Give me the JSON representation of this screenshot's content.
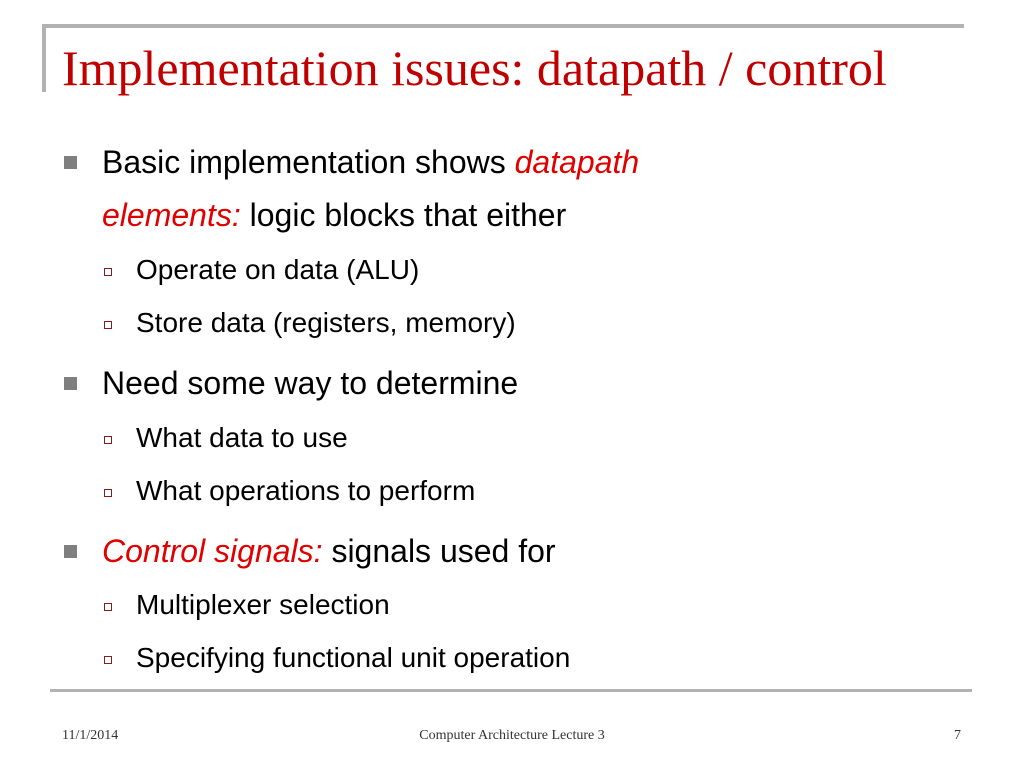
{
  "slide": {
    "title": "Implementation issues: datapath / control",
    "bullets": {
      "b1": {
        "text_a": "Basic implementation shows ",
        "highlight_a": "datapath",
        "highlight_b": "elements:",
        "text_b": " logic blocks that either",
        "subs": [
          "Operate on data (ALU)",
          "Store data (registers, memory)"
        ]
      },
      "b2": {
        "text": "Need some way to determine",
        "subs": [
          "What data to use",
          "What operations to perform"
        ]
      },
      "b3": {
        "highlight": "Control signals",
        "colon": ":",
        "text": " signals used for",
        "subs": [
          "Multiplexer selection",
          "Specifying functional unit operation"
        ]
      }
    },
    "footer": {
      "date": "11/1/2014",
      "center": "Computer Architecture Lecture 3",
      "page": "7"
    }
  },
  "colors": {
    "title": "#c00000",
    "highlight": "#e00000",
    "rule": "#b2b2b2",
    "bullet": "#7f7f7f"
  }
}
